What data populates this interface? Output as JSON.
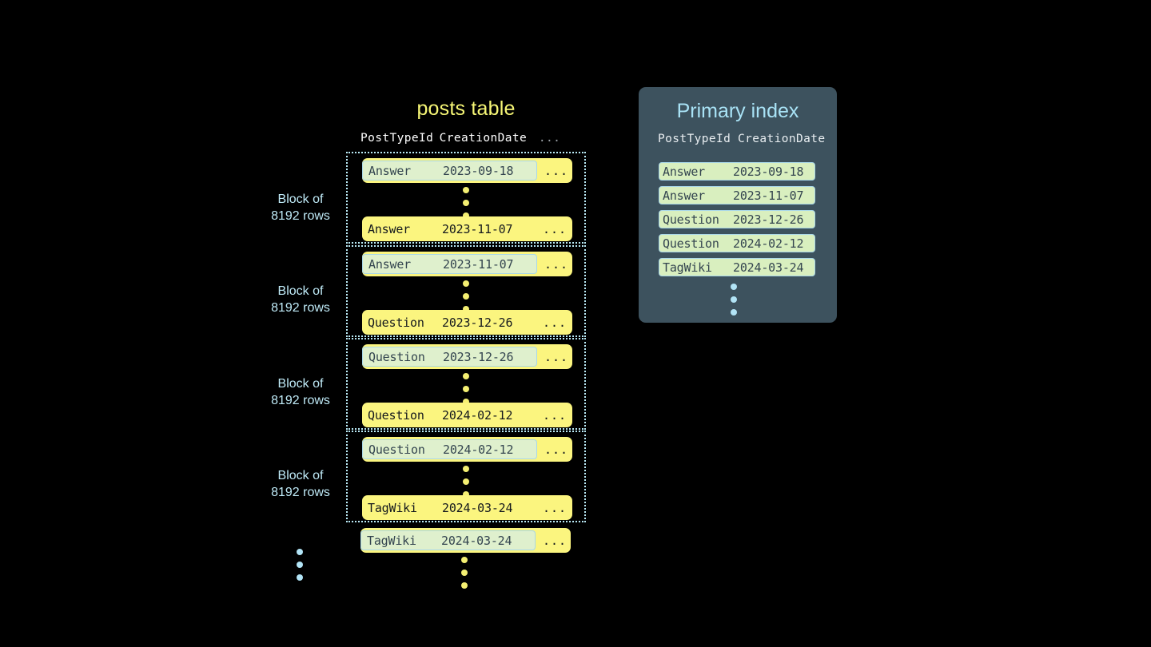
{
  "posts_table": {
    "title": "posts table",
    "columns": [
      "PostTypeId",
      "CreationDate",
      "..."
    ],
    "ellipsis_cell": "...",
    "block_label": "Block of\n8192 rows",
    "block_label_line1": "Block of",
    "block_label_line2": "8192 rows",
    "blocks": [
      {
        "label_line1": "Block of",
        "label_line2": "8192 rows",
        "first_row": {
          "post_type_id": "Answer",
          "creation_date": "2023-09-18",
          "more": "...",
          "highlighted": true
        },
        "last_row": {
          "post_type_id": "Answer",
          "creation_date": "2023-11-07",
          "more": "...",
          "highlighted": false
        }
      },
      {
        "label_line1": "Block of",
        "label_line2": "8192 rows",
        "first_row": {
          "post_type_id": "Answer",
          "creation_date": "2023-11-07",
          "more": "...",
          "highlighted": true
        },
        "last_row": {
          "post_type_id": "Question",
          "creation_date": "2023-12-26",
          "more": "...",
          "highlighted": false
        }
      },
      {
        "label_line1": "Block of",
        "label_line2": "8192 rows",
        "first_row": {
          "post_type_id": "Question",
          "creation_date": "2023-12-26",
          "more": "...",
          "highlighted": true
        },
        "last_row": {
          "post_type_id": "Question",
          "creation_date": "2024-02-12",
          "more": "...",
          "highlighted": false
        }
      },
      {
        "label_line1": "Block of",
        "label_line2": "8192 rows",
        "first_row": {
          "post_type_id": "Question",
          "creation_date": "2024-02-12",
          "more": "...",
          "highlighted": true
        },
        "last_row": {
          "post_type_id": "TagWiki",
          "creation_date": "2024-03-24",
          "more": "...",
          "highlighted": false
        }
      }
    ],
    "trailing_row": {
      "post_type_id": "TagWiki",
      "creation_date": "2024-03-24",
      "more": "...",
      "highlighted": true
    }
  },
  "primary_index": {
    "title": "Primary index",
    "columns": [
      "PostTypeId",
      "CreationDate"
    ],
    "rows": [
      {
        "post_type_id": "Answer",
        "creation_date": "2023-09-18"
      },
      {
        "post_type_id": "Answer",
        "creation_date": "2023-11-07"
      },
      {
        "post_type_id": "Question",
        "creation_date": "2023-12-26"
      },
      {
        "post_type_id": "Question",
        "creation_date": "2024-02-12"
      },
      {
        "post_type_id": "TagWiki",
        "creation_date": "2024-03-24"
      }
    ]
  },
  "colors": {
    "background": "#000000",
    "row_yellow": "#fbf57f",
    "highlight_green": "#dff0cd",
    "highlight_border": "#a9d7e8",
    "block_border": "#b9e9f5",
    "panel_bg": "#3d525e",
    "panel_title": "#a9e3f6",
    "table_title": "#f7f776",
    "label_blue": "#bfeaf7",
    "dot_yellow": "#f4ef72",
    "dot_blue": "#b2e4f6"
  }
}
